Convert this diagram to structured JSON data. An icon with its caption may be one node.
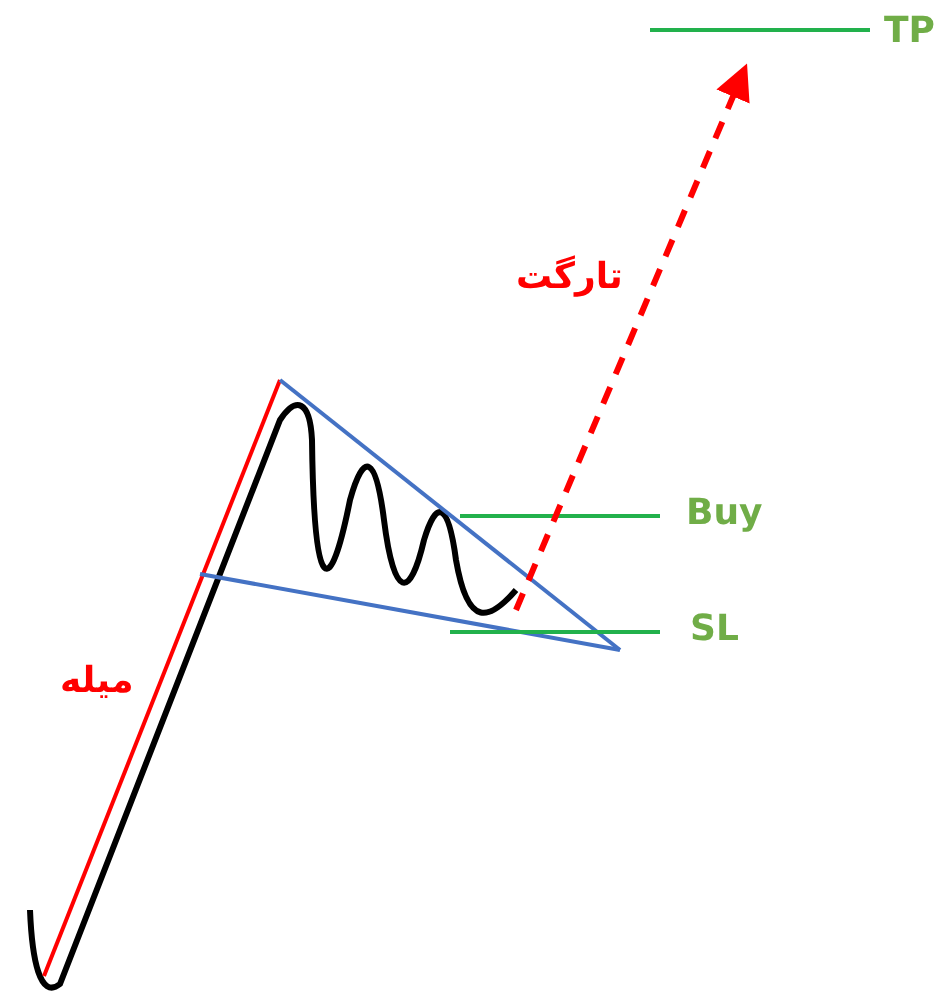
{
  "diagram": {
    "labels": [
      "TP",
      "تارگت",
      "Buy",
      "SL",
      "میله"
    ]
  }
}
